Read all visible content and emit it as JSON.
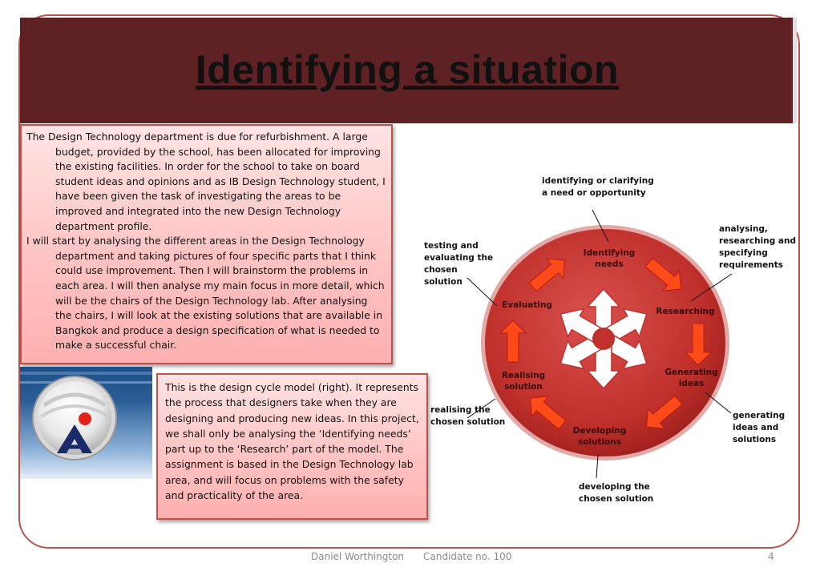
{
  "slide": {
    "title": "Identifying a situation",
    "intro_paragraphs": [
      "The Design Technology department is due for refurbishment. A large budget, provided by the school, has been allocated for improving the existing facilities. In order for the school to take on board student ideas and opinions and as IB Design Technology student, I have been given the task of investigating the areas to be improved and integrated into the new Design Technology department profile.",
      "I will start by analysing the different areas in the Design Technology department and taking pictures of four specific parts that I think could use improvement. Then I will brainstorm the problems in each area. I will then analyse my main focus in more detail, which will be the chairs of the Design Technology lab. After analysing the chairs, I will look at the existing solutions that are available in Bangkok and produce a design specification of what is needed to make a successful chair."
    ],
    "model_text": "This is the design cycle model (right).  It represents the process that designers take when they are designing and producing new ideas.  In this project,  we shall only be analysing the ‘Identifying needs’ part up to the ‘Research’ part of the model. The assignment is based in the Design Technology lab area, and will focus on problems with the safety and practicality of the area."
  },
  "cycle": {
    "stages": [
      "Identifying needs",
      "Researching",
      "Generating ideas",
      "Developing solutions",
      "Realising solution",
      "Evaluating"
    ],
    "annotations": {
      "identifying": "identifying or clarifying a need or opportunity",
      "researching": "analysing, researching and specifying requirements",
      "generating": "generating ideas and solutions",
      "developing": "developing the chosen solution",
      "realising": "realising the chosen solution",
      "evaluating": "testing and evaluating the chosen solution"
    }
  },
  "footer": {
    "author": "Daniel Worthington",
    "candidate": "Candidate no. 100",
    "page": "4"
  },
  "colors": {
    "banner": "#5e2224",
    "border": "#c0504d",
    "circle": "#c0302c",
    "arrow": "#ff4a1a",
    "textbox": "#ffc4c4"
  }
}
